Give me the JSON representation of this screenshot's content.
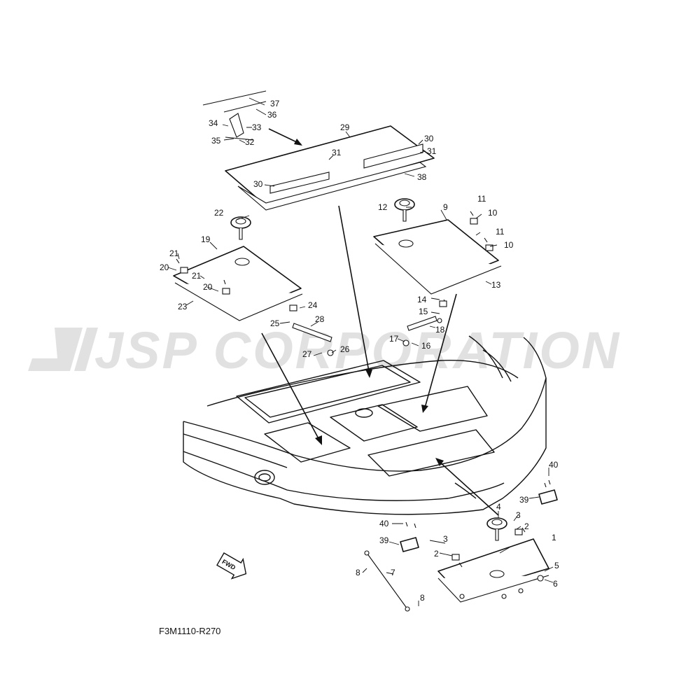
{
  "diagram_code": "F3M1110-R270",
  "watermark": "JSP CORPORATION",
  "direction_badge": "FWD",
  "colors": {
    "line": "#111111",
    "watermark": "#c9c9c9",
    "background": "#ffffff"
  },
  "callouts": {
    "c1": "1",
    "c2a": "2",
    "c2b": "2",
    "c3a": "3",
    "c3b": "3",
    "c4": "4",
    "c5": "5",
    "c6": "6",
    "c7": "7",
    "c8a": "8",
    "c8b": "8",
    "c9": "9",
    "c10a": "10",
    "c10b": "10",
    "c11a": "11",
    "c11b": "11",
    "c12": "12",
    "c13": "13",
    "c14": "14",
    "c15": "15",
    "c16": "16",
    "c17": "17",
    "c18": "18",
    "c19": "19",
    "c20a": "20",
    "c20b": "20",
    "c21a": "21",
    "c21b": "21",
    "c22": "22",
    "c23": "23",
    "c24": "24",
    "c25": "25",
    "c26": "26",
    "c27": "27",
    "c28": "28",
    "c29": "29",
    "c30a": "30",
    "c30b": "30",
    "c31a": "31",
    "c31b": "31",
    "c32": "32",
    "c33": "33",
    "c34": "34",
    "c35": "35",
    "c36": "36",
    "c37": "37",
    "c38": "38",
    "c39a": "39",
    "c39b": "39",
    "c40a": "40",
    "c40b": "40"
  }
}
